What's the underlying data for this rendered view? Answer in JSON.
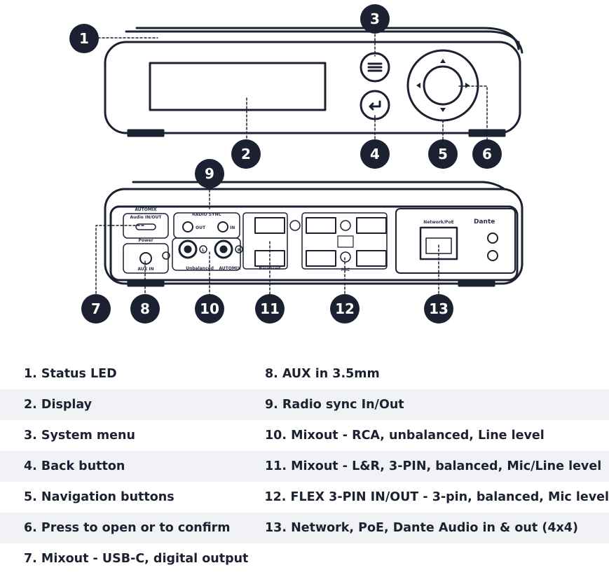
{
  "badges": [
    "1",
    "2",
    "3",
    "4",
    "5",
    "6",
    "7",
    "8",
    "9",
    "10",
    "11",
    "12",
    "13"
  ],
  "device_labels": {
    "automix_title": "AUTOMIX",
    "automix_sub": "Audio IN/OUT",
    "power": "Power",
    "aux_in": "AUX IN",
    "radio_sync": "RADIO SYNC",
    "out": "OUT",
    "in": "IN",
    "left": "L",
    "right": "R",
    "unbalanced": "Unbalanced",
    "automix": "AUTOMIX",
    "balanced": "Balanced",
    "mic": "MIC",
    "network_poe": "Network/PoE",
    "dante": "Dante"
  },
  "legend": {
    "rows": [
      {
        "left": "1. Status LED",
        "right": "8. AUX in 3.5mm"
      },
      {
        "left": "2. Display",
        "right": "9. Radio sync In/Out"
      },
      {
        "left": "3. System menu",
        "right": "10. Mixout - RCA, unbalanced, Line level"
      },
      {
        "left": "4. Back button",
        "right": "11. Mixout - L&R, 3-PIN, balanced, Mic/Line level"
      },
      {
        "left": "5. Navigation buttons",
        "right": "12. FLEX 3-PIN IN/OUT - 3-pin, balanced, Mic level"
      },
      {
        "left": "6. Press to open or to confirm",
        "right": "13. Network, PoE, Dante Audio in & out (4x4)"
      },
      {
        "left": "7. Mixout - USB-C, digital output",
        "right": ""
      }
    ]
  },
  "colors": {
    "ink": "#1b2130",
    "badge": "#1b2130",
    "row_shade": "#f1f2f5"
  }
}
